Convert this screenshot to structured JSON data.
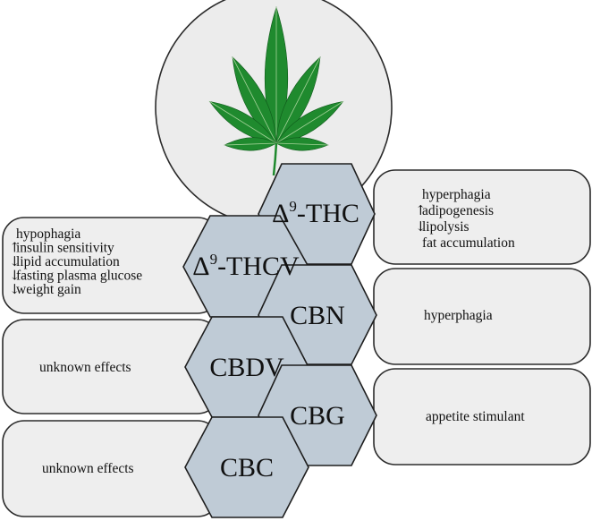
{
  "compounds": [
    {
      "id": "thc",
      "prefix": "Δ",
      "sup": "9",
      "suffix": "-THC"
    },
    {
      "id": "thcv",
      "prefix": "Δ",
      "sup": "9",
      "suffix": "-THCV"
    },
    {
      "id": "cbn",
      "label": "CBN"
    },
    {
      "id": "cbdv",
      "label": "CBDV"
    },
    {
      "id": "cbg",
      "label": "CBG"
    },
    {
      "id": "cbc",
      "label": "CBC"
    }
  ],
  "effects": {
    "thc": [
      {
        "arrow": "",
        "text": "hyperphagia"
      },
      {
        "arrow": "↑",
        "text": "adipogenesis"
      },
      {
        "arrow": "↓",
        "text": "lipolysis"
      },
      {
        "arrow": "",
        "text": "fat accumulation"
      }
    ],
    "thcv": [
      {
        "arrow": "",
        "text": "hypophagia"
      },
      {
        "arrow": "↑",
        "text": "insulin sensitivity"
      },
      {
        "arrow": "↓",
        "text": "lipid accumulation"
      },
      {
        "arrow": "↓",
        "text": "fasting plasma glucose"
      },
      {
        "arrow": "↓",
        "text": "weight gain"
      }
    ],
    "cbn": [
      {
        "arrow": "",
        "text": "hyperphagia"
      }
    ],
    "cbdv": [
      {
        "arrow": "",
        "text": "unknown effects"
      }
    ],
    "cbg": [
      {
        "arrow": "",
        "text": "appetite stimulant"
      }
    ],
    "cbc": [
      {
        "arrow": "",
        "text": "unknown effects"
      }
    ]
  },
  "colors": {
    "hex_fill": "#bfcbd6",
    "box_fill": "#eeeeee",
    "circle_fill": "#ececec",
    "leaf_green": "#1f8a2e",
    "stroke": "#2b2b2b"
  },
  "icons": {
    "top": "cannabis-leaf-icon"
  }
}
